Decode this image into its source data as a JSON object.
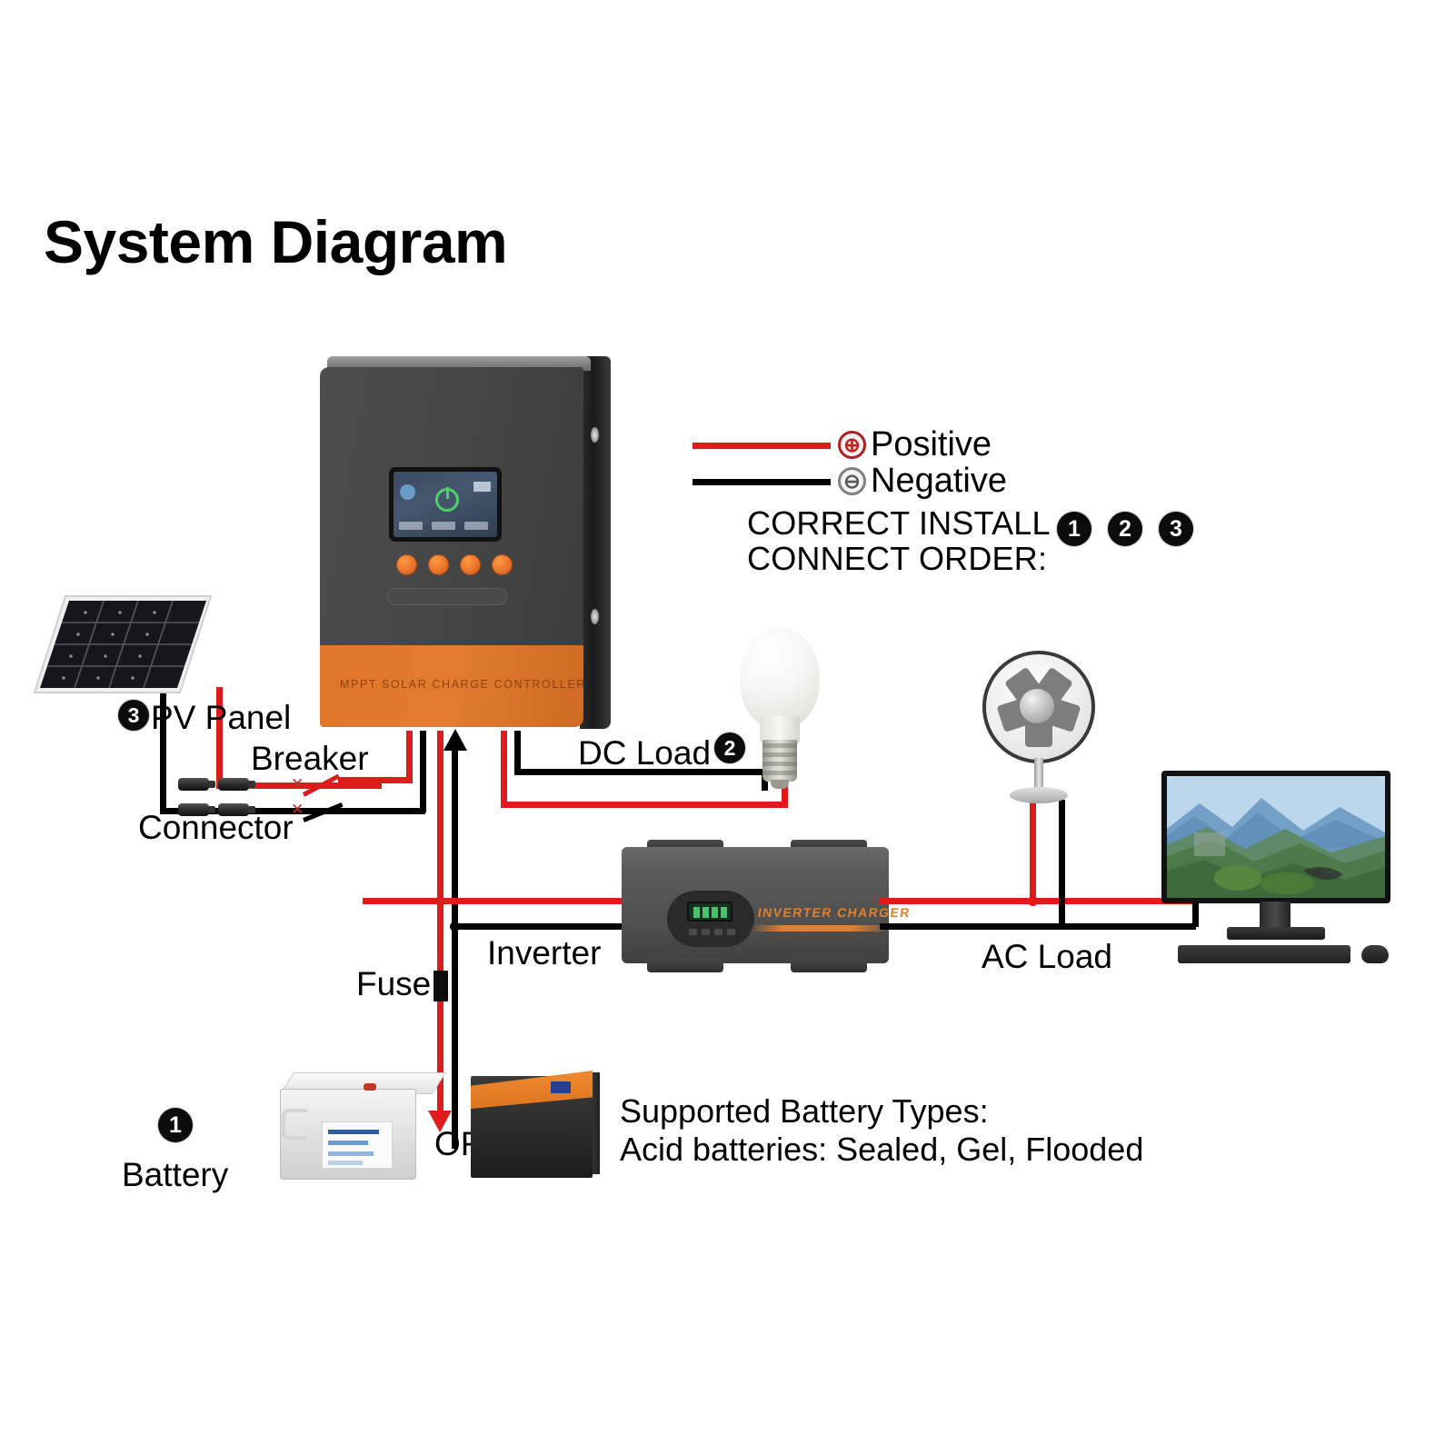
{
  "page": {
    "title": "System Diagram",
    "background_color": "#ffffff"
  },
  "legend": {
    "positive": {
      "label": "Positive",
      "symbol": "⊕",
      "color": "#e01b1b"
    },
    "negative": {
      "label": "Negative",
      "symbol": "⊖",
      "color": "#000000"
    },
    "order_line1": "CORRECT INSTALL",
    "order_line2": "CONNECT ORDER:",
    "order_badges": [
      "1",
      "2",
      "3"
    ]
  },
  "components": {
    "controller": {
      "name": "MPPT Solar Charge Controller",
      "face_text": "MPPT SOLAR CHARGE CONTROLLER",
      "body_color": "#474747",
      "accent_color": "#e0762a",
      "button_count": 4
    },
    "pv_panel": {
      "label": "PV Panel",
      "badge": "3"
    },
    "breaker": {
      "label": "Breaker"
    },
    "connector": {
      "label": "Connector"
    },
    "dc_load": {
      "label": "DC Load",
      "badge": "2",
      "device": "led-light-bulb"
    },
    "inverter": {
      "label": "Inverter",
      "face_text": "INVERTER CHARGER"
    },
    "ac_load": {
      "label": "AC Load",
      "devices": [
        "fan",
        "desktop-monitor"
      ]
    },
    "fuse": {
      "label": "Fuse"
    },
    "battery": {
      "label": "Battery",
      "badge": "1",
      "or_label": "OR"
    },
    "battery_note_line1": "Supported Battery Types:",
    "battery_note_line2": "Acid batteries: Sealed, Gel, Flooded"
  },
  "colors": {
    "wire_positive": "#e01b1b",
    "wire_negative": "#000000",
    "badge_bg": "#0c0c0c",
    "badge_text": "#ffffff",
    "orange_accent": "#e0762a"
  }
}
